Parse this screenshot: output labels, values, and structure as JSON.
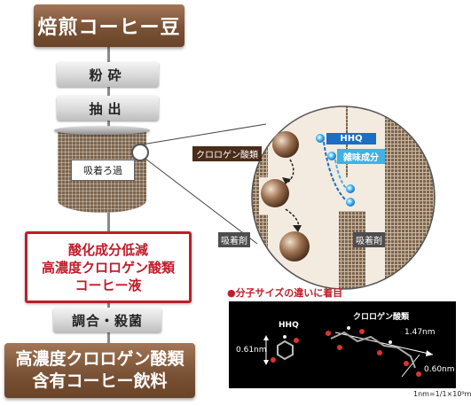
{
  "flow": {
    "top_box": "焙煎コーヒー豆",
    "step_grind": "粉砕",
    "step_extract": "抽出",
    "vessel_label": "吸着ろ過",
    "result_lines": [
      "酸化成分低減",
      "高濃度クロロゲン酸類",
      "コーヒー液"
    ],
    "step_blend": "調合・殺菌",
    "product_lines": [
      "高濃度クロロゲン酸類",
      "含有コーヒー飲料"
    ]
  },
  "magnified": {
    "label_chlorogenic": "クロロゲン酸類",
    "label_hhq": "HHQ",
    "label_other": "雑味成分",
    "label_adsorbent_left": "吸着剤",
    "label_adsorbent_right": "吸着剤"
  },
  "molecules": {
    "caption": "●分子サイズの違いに着目",
    "hhq_name": "HHQ",
    "hhq_size": "0.61nm",
    "cga_name": "クロロゲン酸類",
    "cga_length": "1.47nm",
    "cga_width": "0.60nm",
    "footnote": "1nm=1/1×10⁹m"
  },
  "colors": {
    "brown": "#7a5236",
    "red": "#c01c2a",
    "blue": "#1a6fc4",
    "light_blue": "#3fb2e8"
  }
}
